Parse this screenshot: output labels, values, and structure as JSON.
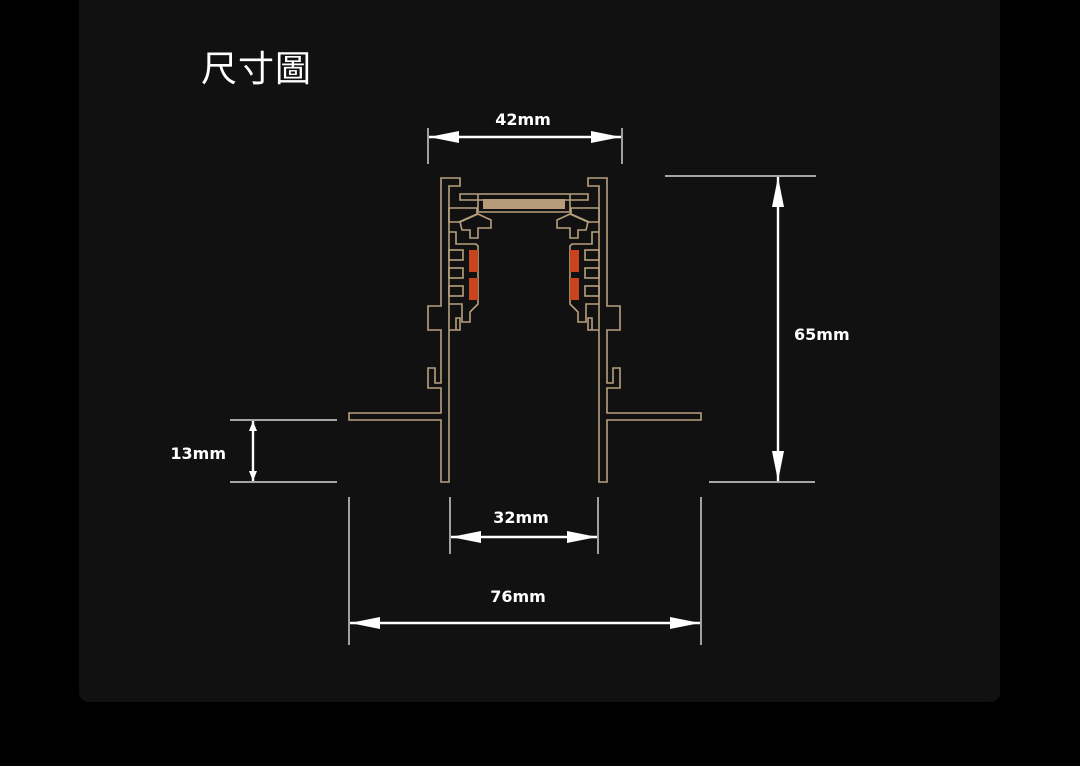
{
  "title": "尺寸圖",
  "dimensions": {
    "top_width": "42mm",
    "height": "65mm",
    "flange": "13mm",
    "inner_width": "32mm",
    "total_width": "76mm"
  },
  "colors": {
    "background": "#000000",
    "panel": "#111112",
    "profile_outline": "#b8a07e",
    "cover_strip": "#b89b7a",
    "conductor": "#c8441c",
    "dimension_line": "#ffffff"
  }
}
